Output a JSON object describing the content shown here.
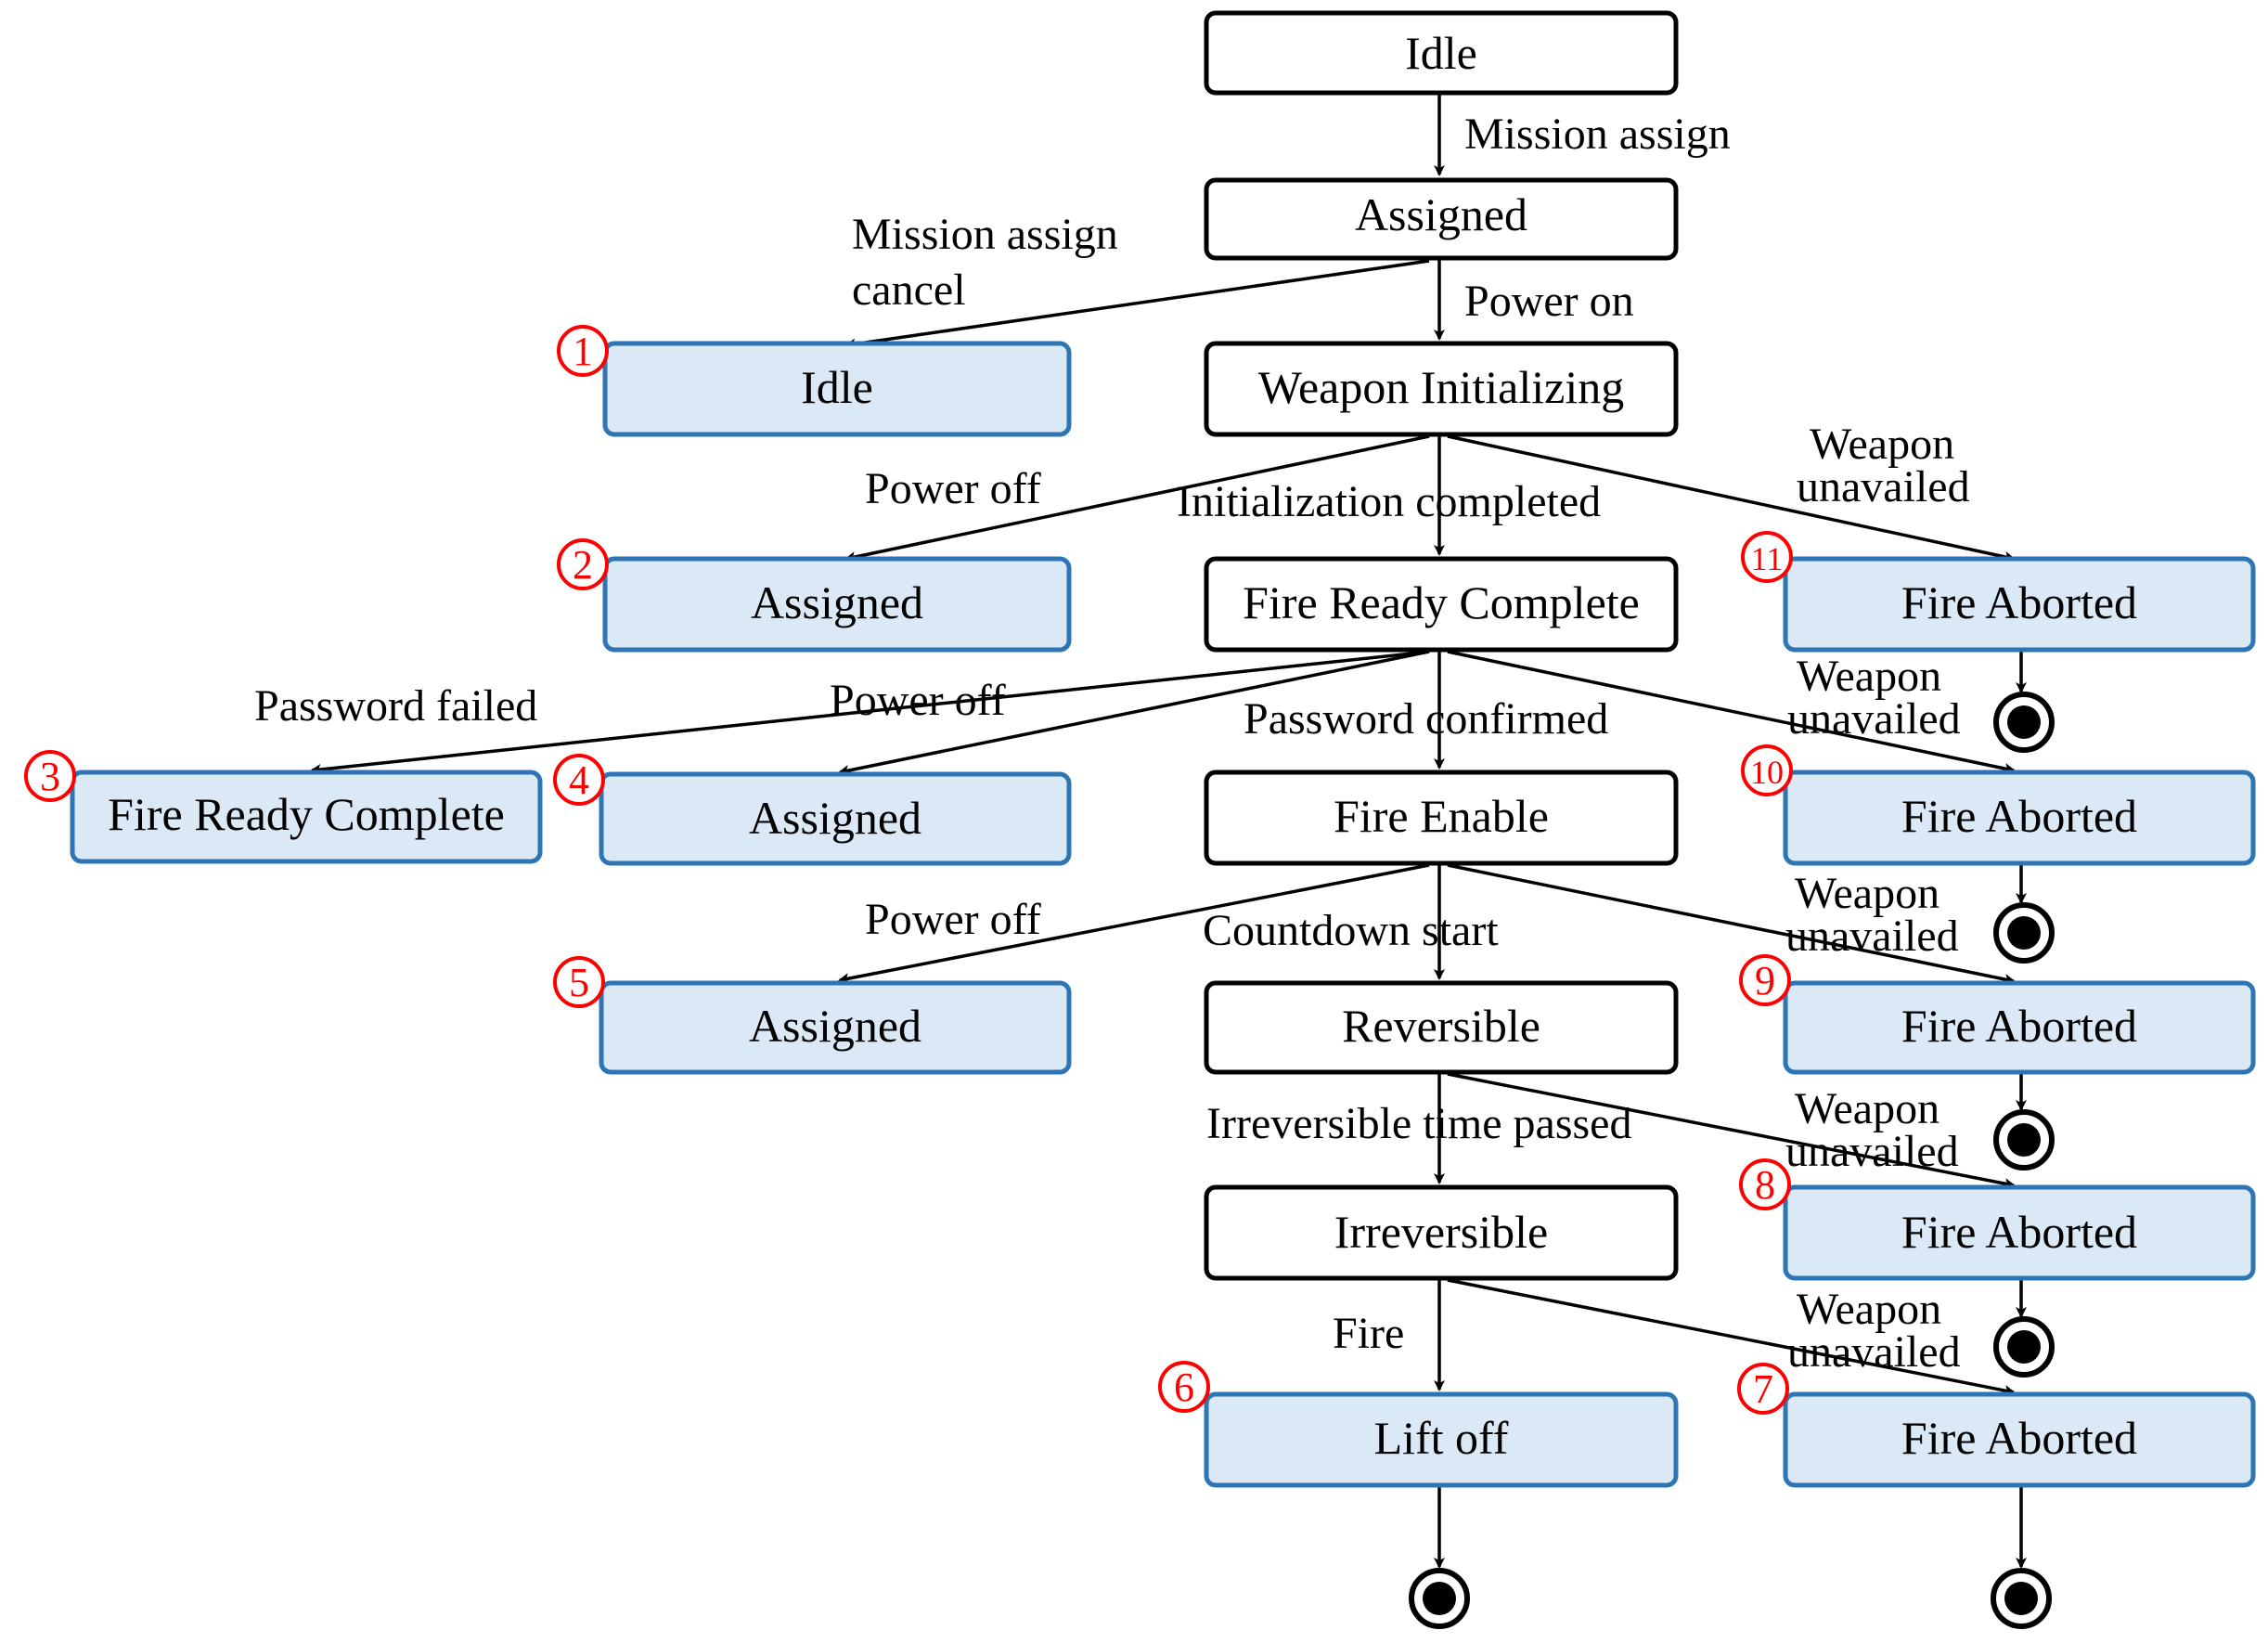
{
  "states": {
    "idle_main": "Idle",
    "assigned_main": "Assigned",
    "weapon_init": "Weapon Initializing",
    "fire_ready_main": "Fire Ready Complete",
    "fire_enable": "Fire Enable",
    "reversible": "Reversible",
    "irreversible": "Irreversible",
    "lift_off": "Lift off",
    "alt1": "Idle",
    "alt2": "Assigned",
    "alt3": "Fire Ready Complete",
    "alt4": "Assigned",
    "alt5": "Assigned",
    "alt7": "Fire Aborted",
    "alt8": "Fire Aborted",
    "alt9": "Fire Aborted",
    "alt10": "Fire Aborted",
    "alt11": "Fire Aborted"
  },
  "transitions": {
    "mission_assign": "Mission assign",
    "mission_assign_cancel_1": "Mission assign",
    "mission_assign_cancel_2": "cancel",
    "power_on": "Power on",
    "power_off_a": "Power off",
    "init_completed": "Initialization completed",
    "weapon_unavailed_11a": "Weapon",
    "weapon_unavailed_11b": "unavailed",
    "password_failed": "Password failed",
    "power_off_b": "Power off",
    "password_confirmed": "Password confirmed",
    "weapon_unavailed_10a": "Weapon",
    "weapon_unavailed_10b": "unavailed",
    "power_off_c": "Power off",
    "countdown_start": "Countdown start",
    "weapon_unavailed_9a": "Weapon",
    "weapon_unavailed_9b": "unavailed",
    "irreversible_time": "Irreversible time passed",
    "weapon_unavailed_8a": "Weapon",
    "weapon_unavailed_8b": "unavailed",
    "fire": "Fire",
    "weapon_unavailed_7a": "Weapon",
    "weapon_unavailed_7b": "unavailed"
  },
  "markers": {
    "m1": "1",
    "m2": "2",
    "m3": "3",
    "m4": "4",
    "m5": "5",
    "m6": "6",
    "m7": "7",
    "m8": "8",
    "m9": "9",
    "m10": "10",
    "m11": "11"
  },
  "colors": {
    "main_state_fill": "#ffffff",
    "alt_state_fill": "#dbe8f6",
    "alt_state_border": "#2e75b6",
    "marker_color": "#ff0000"
  }
}
